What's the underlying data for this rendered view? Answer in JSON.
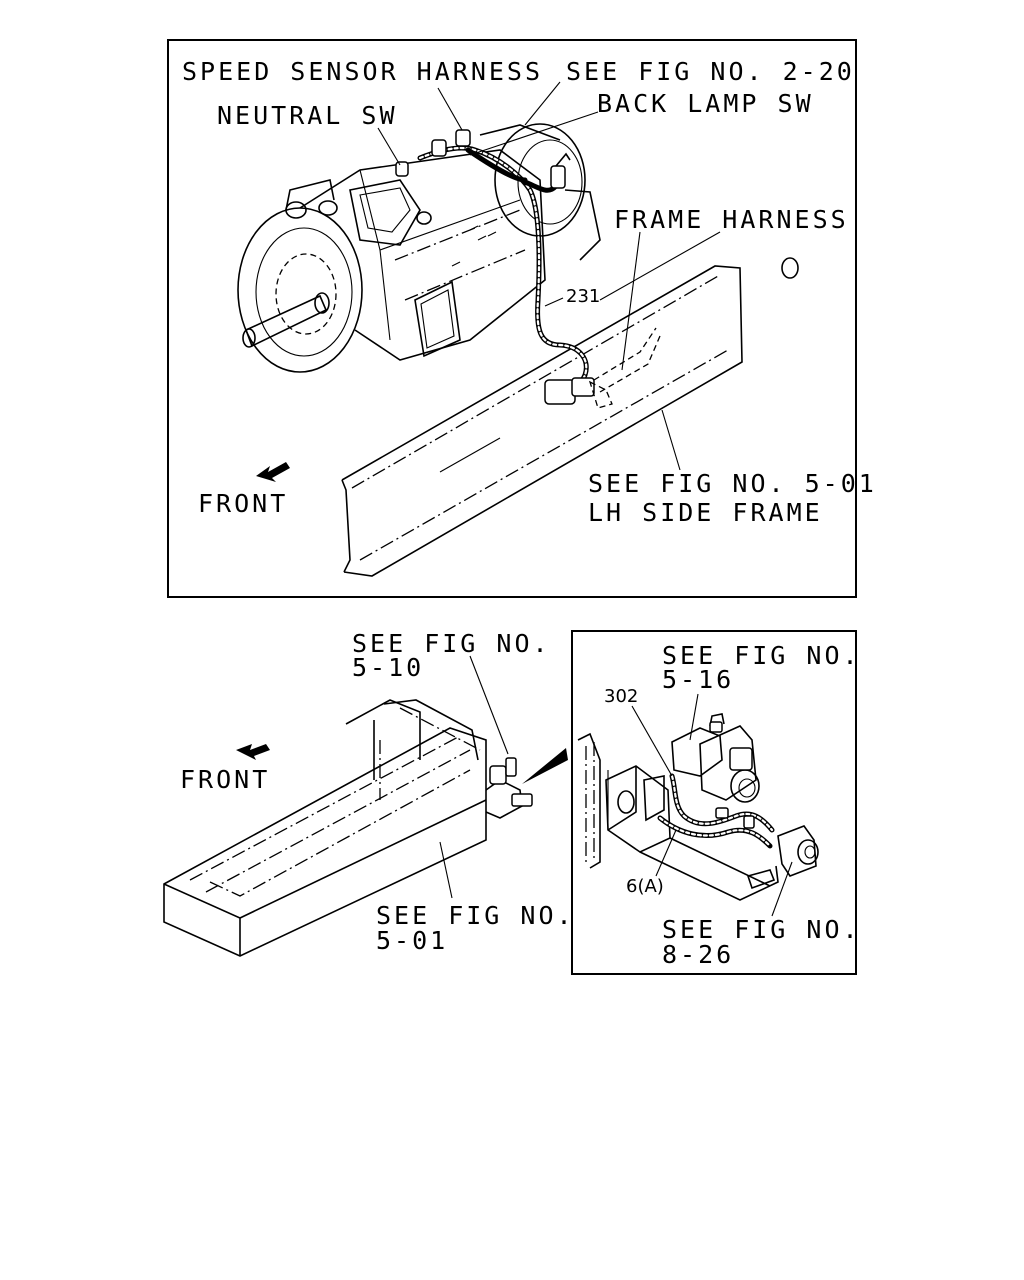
{
  "top_panel": {
    "labels": {
      "speed_sensor_harness": "SPEED SENSOR HARNESS",
      "see_fig_2_20": "SEE FIG NO. 2-20",
      "back_lamp_sw": "BACK LAMP SW",
      "neutral_sw": "NEUTRAL SW",
      "frame_harness": "FRAME HARNESS",
      "part_231": "231",
      "front": "FRONT",
      "see_fig_5_01_line1": "SEE FIG NO. 5-01",
      "see_fig_5_01_line2": "LH SIDE FRAME"
    }
  },
  "bottom_left": {
    "labels": {
      "see_fig_5_10_line1": "SEE FIG NO.",
      "see_fig_5_10_line2": "5-10",
      "front": "FRONT",
      "see_fig_5_01_line1": "SEE FIG NO.",
      "see_fig_5_01_line2": "5-01"
    }
  },
  "bottom_right_panel": {
    "labels": {
      "see_fig_5_16_line1": "SEE FIG NO.",
      "see_fig_5_16_line2": "5-16",
      "part_302": "302",
      "part_6a": "6(A)",
      "see_fig_8_26_line1": "SEE FIG NO.",
      "see_fig_8_26_line2": "8-26"
    }
  }
}
